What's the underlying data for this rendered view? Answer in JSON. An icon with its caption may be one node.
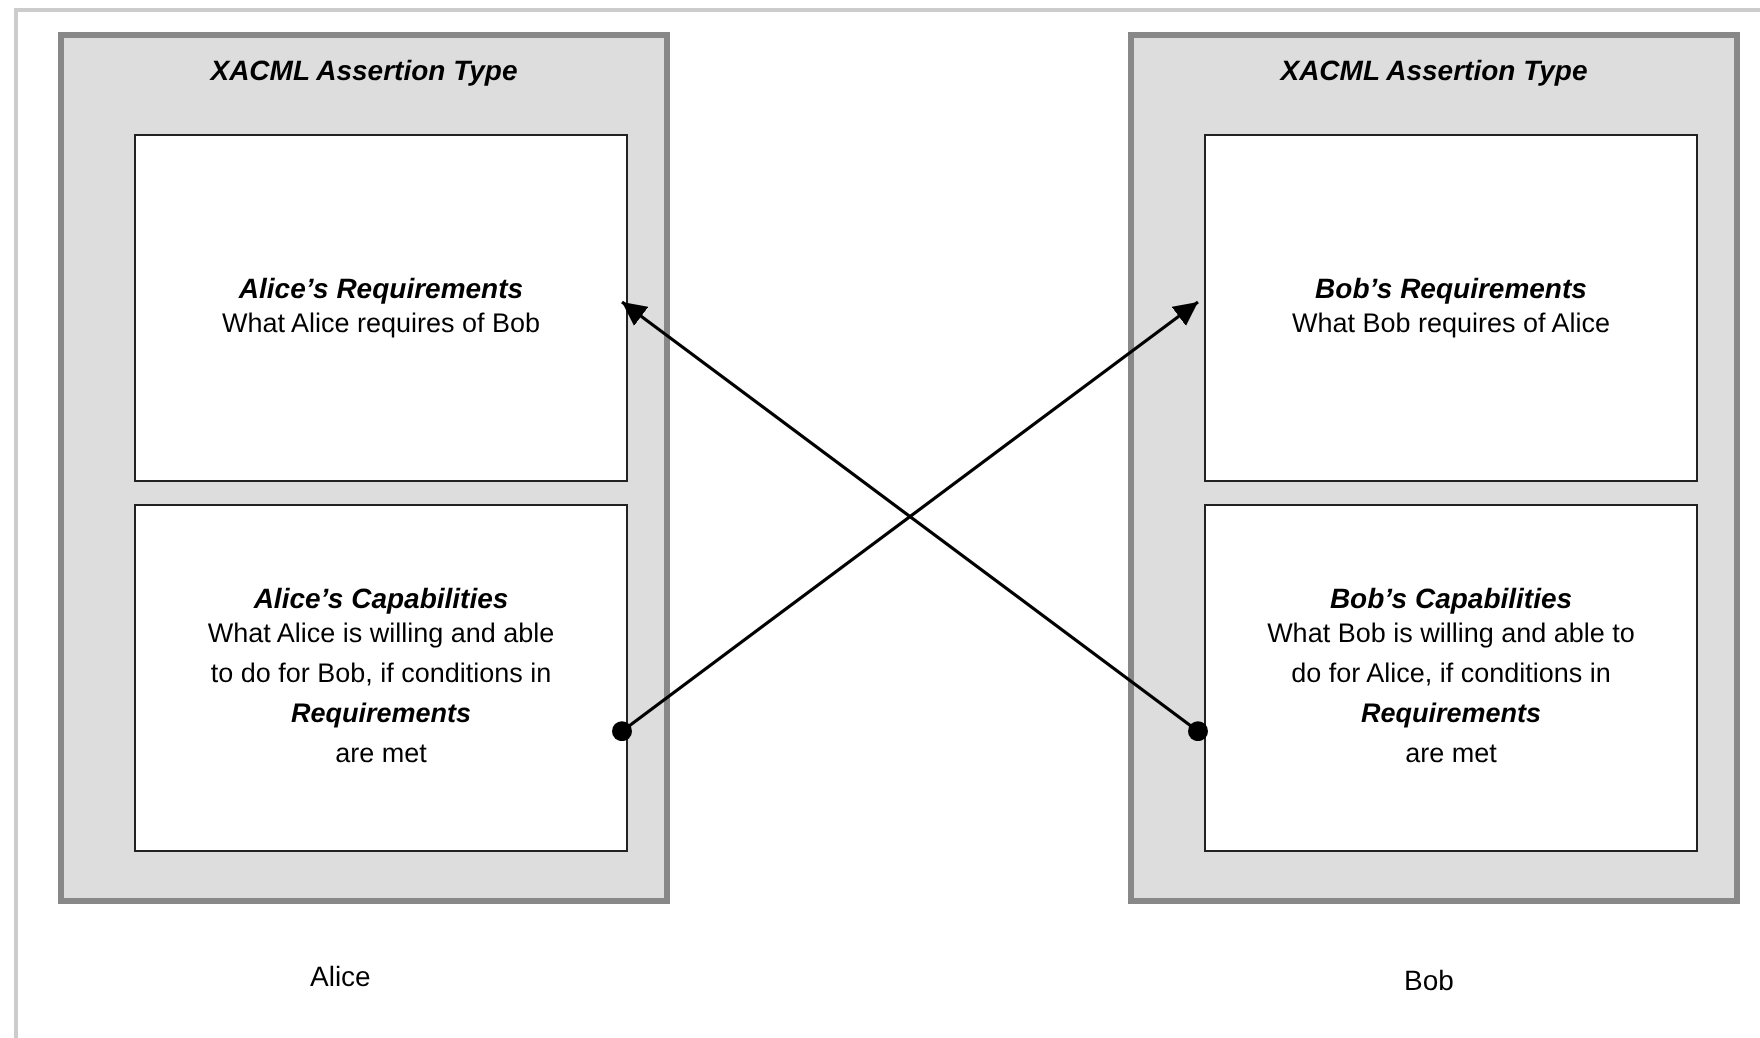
{
  "diagram": {
    "nodes": [
      {
        "text": [
          "XACML Assertion Type"
        ],
        "beside": [
          "Alice"
        ]
      },
      {
        "text": [
          "Alice’s Requirements",
          "What Alice requires of Bob"
        ],
        "in": 0
      },
      {
        "text": [
          "Alice’s Capabilities",
          "What Alice is willing and able to do for Bob, if conditions in **Requirements** are met"
        ],
        "in": 0
      },
      {
        "text": [
          "XACML Assertion Type"
        ],
        "beside": [
          "Bob"
        ]
      },
      {
        "text": [
          "Bob’s Requirements",
          "What Bob requires of Alice"
        ],
        "in": 3
      },
      {
        "text": [
          "Bob’s Capabilities",
          "What Bob is willing and able to do for Alice, if conditions in **Requirements** are met"
        ],
        "in": 3
      }
    ],
    "edges": [
      {
        "from": 2,
        "to": 4,
        "arrow": "to"
      },
      {
        "from": 5,
        "to": 1,
        "arrow": "to"
      }
    ]
  }
}
